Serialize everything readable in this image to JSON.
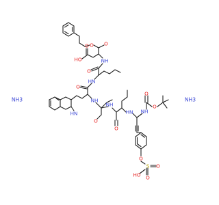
{
  "molecule": {
    "free_labels": {
      "left": "NH3",
      "right": "NH3"
    },
    "atom_labels": {
      "ester_o": "O",
      "ester_carbonyl_o": "O",
      "acid_oh": "HO",
      "acid_carbonyl_o": "O",
      "nh_asp": "NH",
      "asp_nle_carbonyl_o": "O",
      "nh_nle1": "HN",
      "trp_carbonyl_o": "O",
      "nh_trp": "NH",
      "indole_nh": "HN",
      "nh_gly": "NH",
      "gly_carbonyl_o": "O",
      "nh_nle2": "HN",
      "nle2_carbonyl_o": "O",
      "nh_boc": "NH",
      "boc_carbonyl_o": "O",
      "boc_o": "O",
      "sulfo_o_link": "O",
      "sulfo_s": "S",
      "sulfo_o1": "O",
      "sulfo_o2": "O",
      "sulfo_oh": "HO"
    },
    "colors": {
      "bond": "#1f1f1f",
      "oxygen": "#e8201f",
      "nitrogen": "#3b47d6",
      "sulfur": "#b8a400"
    }
  }
}
